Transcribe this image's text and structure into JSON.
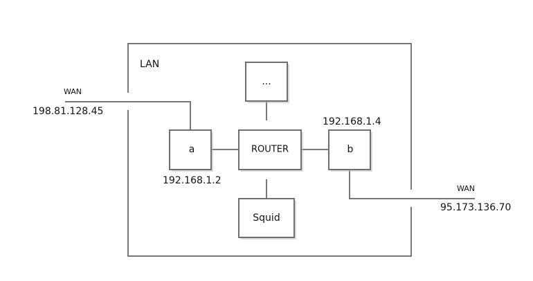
{
  "diagram": {
    "zone": {
      "label": "LAN"
    },
    "nodes": {
      "other": {
        "label": "..."
      },
      "a": {
        "label": "a",
        "ip": "192.168.1.2"
      },
      "router": {
        "label": "ROUTER"
      },
      "b": {
        "label": "b",
        "ip": "192.168.1.4"
      },
      "squid": {
        "label": "Squid"
      }
    },
    "wan_links": {
      "left": {
        "label": "WAN",
        "ip": "198.81.128.45",
        "connects_to": "a"
      },
      "right": {
        "label": "WAN",
        "ip": "95.173.136.70",
        "connects_to": "b"
      }
    },
    "edges": [
      {
        "from": "a",
        "to": "router"
      },
      {
        "from": "router",
        "to": "b"
      },
      {
        "from": "router",
        "to": "other"
      },
      {
        "from": "router",
        "to": "squid"
      },
      {
        "from": "wan-left",
        "to": "a"
      },
      {
        "from": "b",
        "to": "wan-right"
      }
    ],
    "colors": {
      "line": "#777777",
      "box_border": "#6f6f6f",
      "text": "#111111",
      "background": "#ffffff"
    }
  }
}
